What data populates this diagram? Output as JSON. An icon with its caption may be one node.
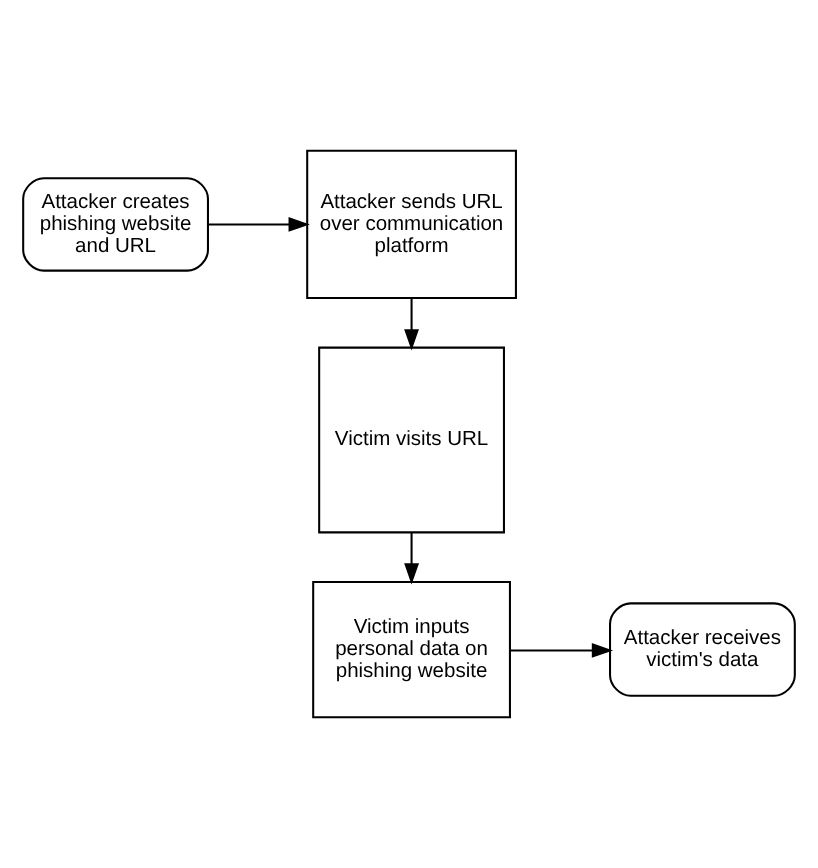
{
  "diagram": {
    "nodes": [
      {
        "text": [
          "Attacker creates phishing website and URL"
        ]
      },
      {
        "text": [
          "Attacker sends URL over communication platform"
        ]
      },
      {
        "text": [
          "Victim visits URL"
        ]
      },
      {
        "text": [
          "Victim inputs personal data on phishing website"
        ]
      },
      {
        "text": [
          "Attacker receives victim's data"
        ]
      }
    ],
    "edges": [
      {
        "from": 0,
        "to": 1,
        "arrow": "to"
      },
      {
        "from": 1,
        "to": 2,
        "arrow": "to"
      },
      {
        "from": 2,
        "to": 3,
        "arrow": "to"
      },
      {
        "from": 3,
        "to": 4,
        "arrow": "to"
      }
    ]
  }
}
